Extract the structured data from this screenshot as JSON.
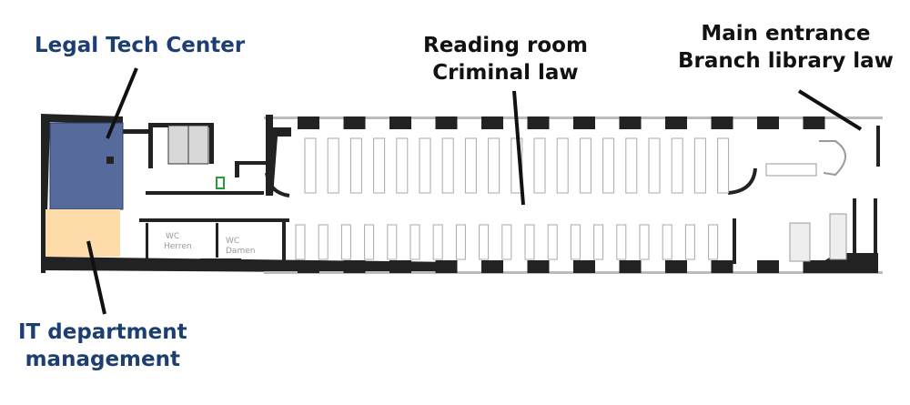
{
  "labels": {
    "legal_tech": "Legal Tech Center",
    "it_line1": "IT department",
    "it_line2": "management",
    "reading_line1": "Reading room",
    "reading_line2": "Criminal law",
    "entrance_line1": "Main entrance",
    "entrance_line2": "Branch library law"
  },
  "rooms": {
    "wc_men_1": "WC",
    "wc_men_2": "Herren",
    "wc_women_1": "WC",
    "wc_women_2": "Damen"
  },
  "colors": {
    "legal_tech_fill": "#566b9c",
    "it_fill": "#fddcaa",
    "label_blue": "#1d3e70",
    "wall": "#222222",
    "exit_sign": "#2a9a3a"
  }
}
